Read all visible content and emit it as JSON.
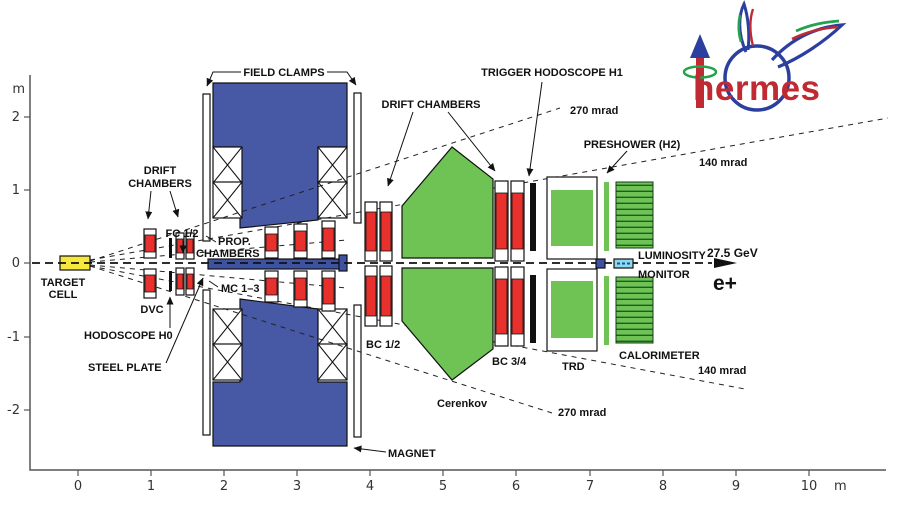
{
  "figure": {
    "axis": {
      "y_unit": "m",
      "x_unit": "m",
      "y_ticks": [
        "2",
        "1",
        "0",
        "-1",
        "-2"
      ],
      "x_ticks": [
        "0",
        "1",
        "2",
        "3",
        "4",
        "5",
        "6",
        "7",
        "8",
        "9",
        "10"
      ]
    },
    "beam": {
      "energy": "27.5 GeV",
      "particle": "e+"
    },
    "labels": {
      "target_cell_1": "TARGET",
      "target_cell_2": "CELL",
      "drift_left_1": "DRIFT",
      "drift_left_2": "CHAMBERS",
      "fc": "FC 1/2",
      "dvc": "DVC",
      "hodoscope_h0": "HODOSCOPE H0",
      "steel_plate": "STEEL PLATE",
      "prop_1": "PROP.",
      "prop_2": "CHAMBERS",
      "mc": "MC 1–3",
      "field_clamps": "FIELD CLAMPS",
      "magnet": "MAGNET",
      "drift_top": "DRIFT CHAMBERS",
      "trigger_h1": "TRIGGER HODOSCOPE H1",
      "preshower": "PRESHOWER (H2)",
      "mrad_270_top": "270 mrad",
      "mrad_140_top": "140 mrad",
      "mrad_270_bottom": "270 mrad",
      "mrad_140_bottom": "140 mrad",
      "bc12": "BC 1/2",
      "bc34": "BC 3/4",
      "cerenkov": "Cerenkov",
      "trd": "TRD",
      "calorimeter": "CALORIMETER",
      "luminosity": "LUMINOSITY",
      "monitor": "MONITOR"
    },
    "logo": {
      "text": "hermes"
    },
    "colors": {
      "magnet_blue": "#4759a5",
      "steel_blue": "#3d52a0",
      "detector_red": "#e8312d",
      "detector_green": "#6fc355",
      "stripe_green": "#1d5c25",
      "target_yellow": "#f5e73c",
      "monitor_cyan": "#8fd9ec",
      "logo_red": "#c02b33",
      "logo_blue": "#2b3f9e",
      "logo_green": "#23a24d"
    }
  }
}
